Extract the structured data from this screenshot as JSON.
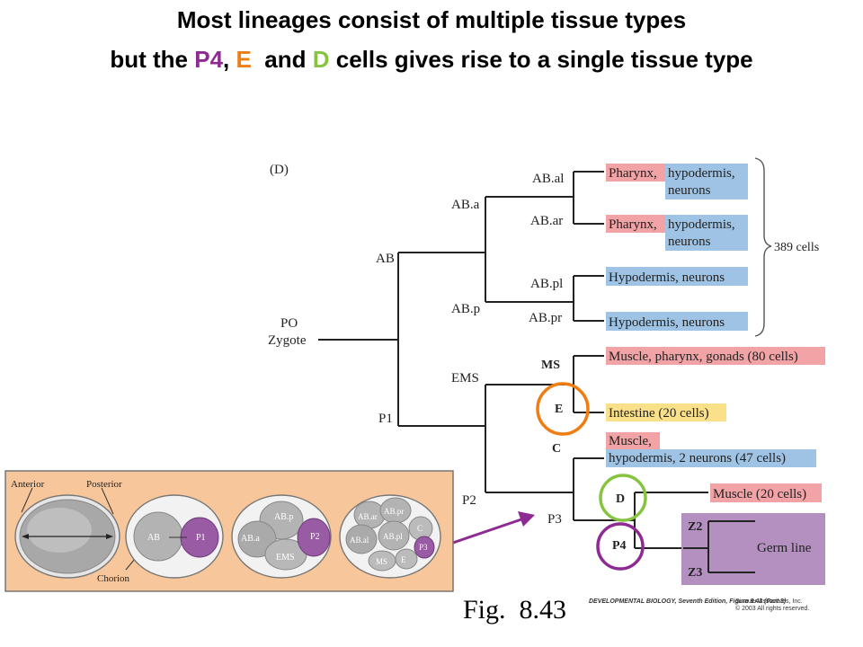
{
  "title": {
    "line1": "Most lineages consist of multiple tissue types",
    "line2_pre": "but the ",
    "p4": "P4",
    "sep1": ", ",
    "e": "E",
    "sep2": "  and ",
    "d": "D",
    "line2_post": " cells gives rise to a single tissue type"
  },
  "colors": {
    "p4": "#8e2b93",
    "e": "#ef7d12",
    "d": "#86c440",
    "pink_fate": "#f2a3a6",
    "blue_fate": "#9fc3e4",
    "yellow_fate": "#fbe08a",
    "germline_box": "#b390c0",
    "embryo_panel": "#f7c79b"
  },
  "diagram": {
    "panel_label": "(D)",
    "nodes": {
      "po": "PO",
      "zygote": "Zygote",
      "ab": "AB",
      "p1": "P1",
      "aba": "AB.a",
      "abp": "AB.p",
      "abal": "AB.al",
      "abar": "AB.ar",
      "abpl": "AB.pl",
      "abpr": "AB.pr",
      "ems": "EMS",
      "p2": "P2",
      "ms": "MS",
      "e": "E",
      "c": "C",
      "p3": "P3",
      "d": "D",
      "p4": "P4",
      "z2": "Z2",
      "z3": "Z3"
    },
    "fates": {
      "pharynx": "Pharynx,",
      "hypo_neurons_a": "hypodermis,",
      "neurons": "neurons",
      "hypo_neurons": "Hypodermis, neurons",
      "ms_fate": "Muscle, pharynx, gonads (80 cells)",
      "e_fate": "Intestine (20 cells)",
      "c_fate_1": "Muscle,",
      "c_fate_2": "hypodermis, 2 neurons (47 cells)",
      "d_fate": "Muscle (20 cells)",
      "germ_line": "Germ line"
    },
    "brace_label": "389 cells"
  },
  "embryo_panel": {
    "anterior": "Anterior",
    "posterior": "Posterior",
    "chorion": "Chorion",
    "stage2": {
      "ab": "AB",
      "p1": "P1"
    },
    "stage3": {
      "abp": "AB.p",
      "aba": "AB.a",
      "p2": "P2",
      "ems": "EMS"
    },
    "stage4": {
      "abar": "AB.ar",
      "abpr": "AB.pr",
      "abal": "AB.al",
      "abpl": "AB.pl",
      "c": "C",
      "p3": "P3",
      "ms": "MS",
      "e": "E"
    }
  },
  "caption": "Fig.  8.43",
  "credit": {
    "book": "DEVELOPMENTAL BIOLOGY, Seventh Edition, Figure 8.43 (Part 3)",
    "publisher": "Sinauer Associates, Inc.",
    "copyright": "© 2003 All rights reserved."
  }
}
